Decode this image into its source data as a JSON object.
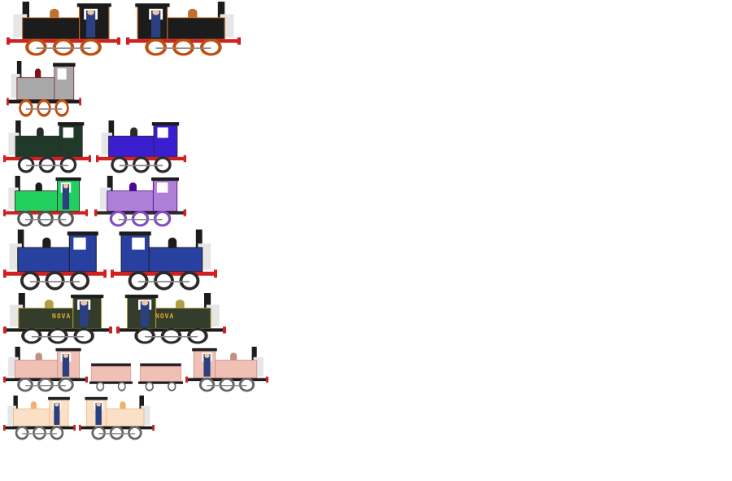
{
  "sheet": {
    "sprites": [
      {
        "name": "black-tank-engine-right",
        "body": "#1c1c1c",
        "trim": "#c07030",
        "frame": "#d02020",
        "wheel": "#c05010",
        "flip": false,
        "crew": true
      },
      {
        "name": "black-tank-engine-left",
        "body": "#1c1c1c",
        "trim": "#c07030",
        "frame": "#d02020",
        "wheel": "#c05010",
        "flip": true,
        "crew": true
      },
      {
        "name": "silver-boiler-engine",
        "body": "#a8a8a8",
        "trim": "#7a1418",
        "frame": "#1c1c1c",
        "wheel": "#c05010",
        "flip": false,
        "crew": false
      },
      {
        "name": "dark-green-engine",
        "body": "#1f3a28",
        "trim": "#2b2b2b",
        "frame": "#d02020",
        "wheel": "#2b2b2b",
        "flip": false,
        "crew": false
      },
      {
        "name": "indigo-engine",
        "body": "#3a1ed0",
        "trim": "#2b2b2b",
        "frame": "#d02020",
        "wheel": "#2b2b2b",
        "flip": false,
        "crew": false
      },
      {
        "name": "bright-green-engine",
        "body": "#22d060",
        "trim": "#1c1c1c",
        "frame": "#d02020",
        "wheel": "#555555",
        "flip": false,
        "crew": true
      },
      {
        "name": "lilac-engine",
        "body": "#b080d8",
        "trim": "#4a0a98",
        "frame": "#2b2b2b",
        "wheel": "#8050c0",
        "flip": false,
        "crew": false
      },
      {
        "name": "blue-engine-right",
        "body": "#2840a0",
        "trim": "#1c1c1c",
        "frame": "#d02020",
        "wheel": "#2b2b2b",
        "flip": false,
        "crew": false
      },
      {
        "name": "blue-engine-left",
        "body": "#2840a0",
        "trim": "#1c1c1c",
        "frame": "#d02020",
        "wheel": "#2b2b2b",
        "flip": true,
        "crew": false
      },
      {
        "name": "nova-engine-right",
        "body": "#343c2c",
        "trim": "#b0a040",
        "frame": "#1c1c1c",
        "wheel": "#2b2b2b",
        "flip": false,
        "crew": true
      },
      {
        "name": "nova-engine-left",
        "body": "#343c2c",
        "trim": "#b0a040",
        "frame": "#1c1c1c",
        "wheel": "#2b2b2b",
        "flip": true,
        "crew": true
      },
      {
        "name": "pink-engine-right",
        "body": "#f0c0b4",
        "trim": "#c09088",
        "frame": "#1c1c1c",
        "wheel": "#666666",
        "flip": false,
        "crew": true
      },
      {
        "name": "pink-truck-1",
        "body": "#f0c0b4",
        "trim": "#c09088",
        "frame": "#1c1c1c",
        "wheel": "#666666",
        "flip": false,
        "crew": false,
        "truck": true
      },
      {
        "name": "pink-truck-2",
        "body": "#f0c0b4",
        "trim": "#c09088",
        "frame": "#1c1c1c",
        "wheel": "#666666",
        "flip": false,
        "crew": false,
        "truck": true
      },
      {
        "name": "pink-engine-left",
        "body": "#f0c0b4",
        "trim": "#c09088",
        "frame": "#1c1c1c",
        "wheel": "#666666",
        "flip": true,
        "crew": true
      },
      {
        "name": "peach-engine-right",
        "body": "#fbe0c8",
        "trim": "#f0b070",
        "frame": "#1c1c1c",
        "wheel": "#666666",
        "flip": false,
        "crew": true
      },
      {
        "name": "peach-engine-left",
        "body": "#fbe0c8",
        "trim": "#f0b070",
        "frame": "#1c1c1c",
        "wheel": "#666666",
        "flip": true,
        "crew": true
      }
    ],
    "nameplate_right": "NOVA",
    "nameplate_left": "NOVA"
  }
}
